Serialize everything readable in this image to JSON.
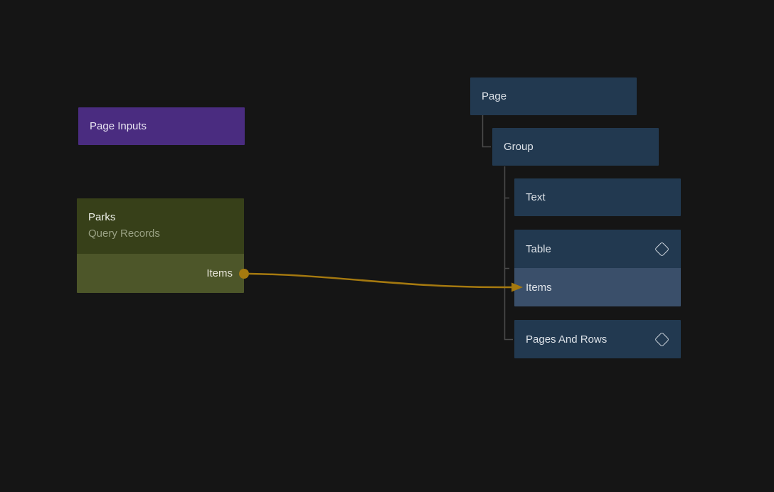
{
  "canvas": {
    "background": "#151515"
  },
  "nodes": {
    "page_inputs": {
      "label": "Page Inputs",
      "color": "#4a2c80"
    },
    "query": {
      "title": "Parks",
      "subtitle": "Query Records",
      "output_port_label": "Items",
      "header_color": "#374019",
      "port_row_color": "#4d5629"
    },
    "tree": {
      "node_color": "#223950",
      "highlight_color": "#3a4f6a",
      "page": {
        "label": "Page"
      },
      "group": {
        "label": "Group"
      },
      "text": {
        "label": "Text"
      },
      "table": {
        "label": "Table",
        "icon": "diamond-icon",
        "input_port_label": "Items"
      },
      "pages_and_rows": {
        "label": "Pages And Rows",
        "icon": "diamond-icon"
      }
    }
  },
  "edge": {
    "from": "Parks Items",
    "to": "Table Items",
    "color": "#a5790f"
  }
}
